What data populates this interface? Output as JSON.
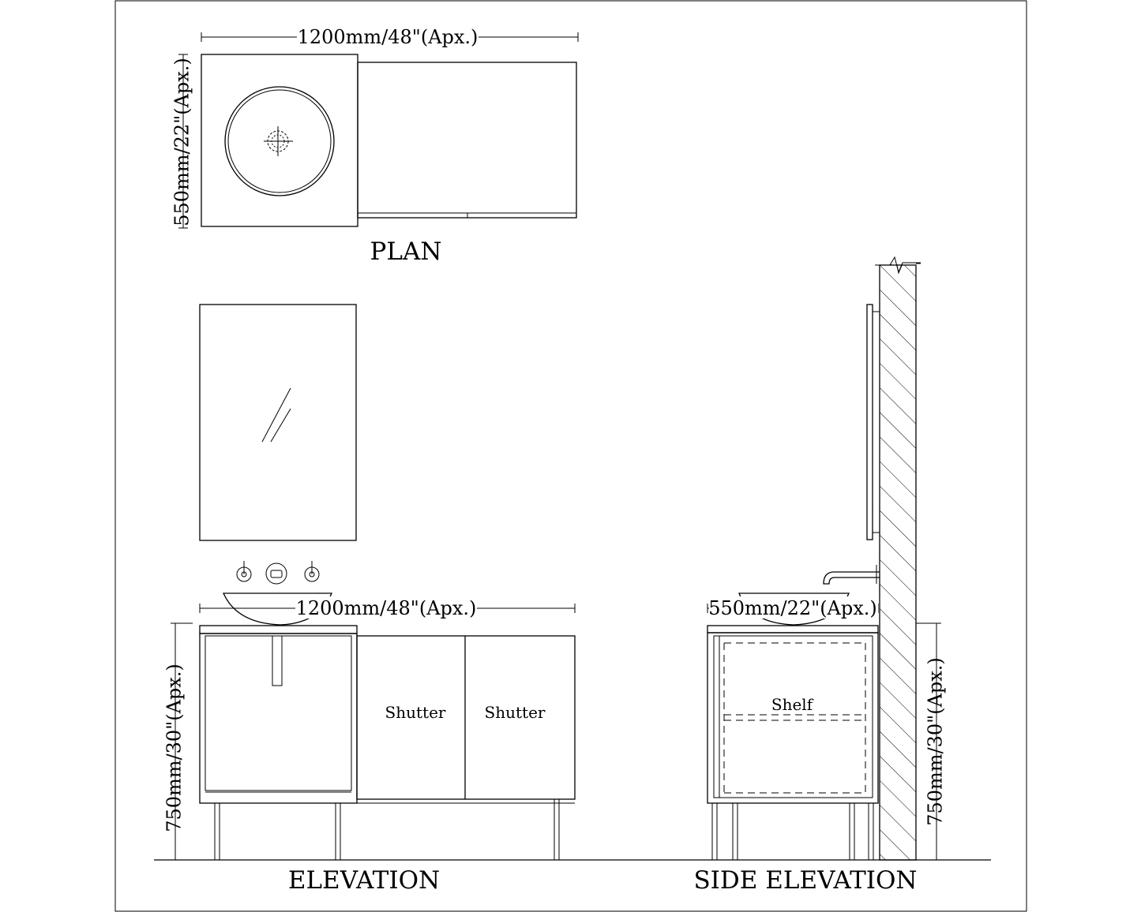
{
  "plan": {
    "title": "PLAN",
    "width_dim": "1200mm/48\"(Apx.)",
    "depth_dim": "550mm/22\"(Apx.)"
  },
  "elevation": {
    "title": "ELEVATION",
    "width_dim": "1200mm/48\"(Apx.)",
    "height_dim": "750mm/30\"(Apx.)",
    "shutter_left": "Shutter",
    "shutter_right": "Shutter"
  },
  "side_elevation": {
    "title": "SIDE ELEVATION",
    "depth_dim": "550mm/22\"(Apx.)",
    "height_dim": "750mm/30\"(Apx.)",
    "shelf_label": "Shelf"
  }
}
